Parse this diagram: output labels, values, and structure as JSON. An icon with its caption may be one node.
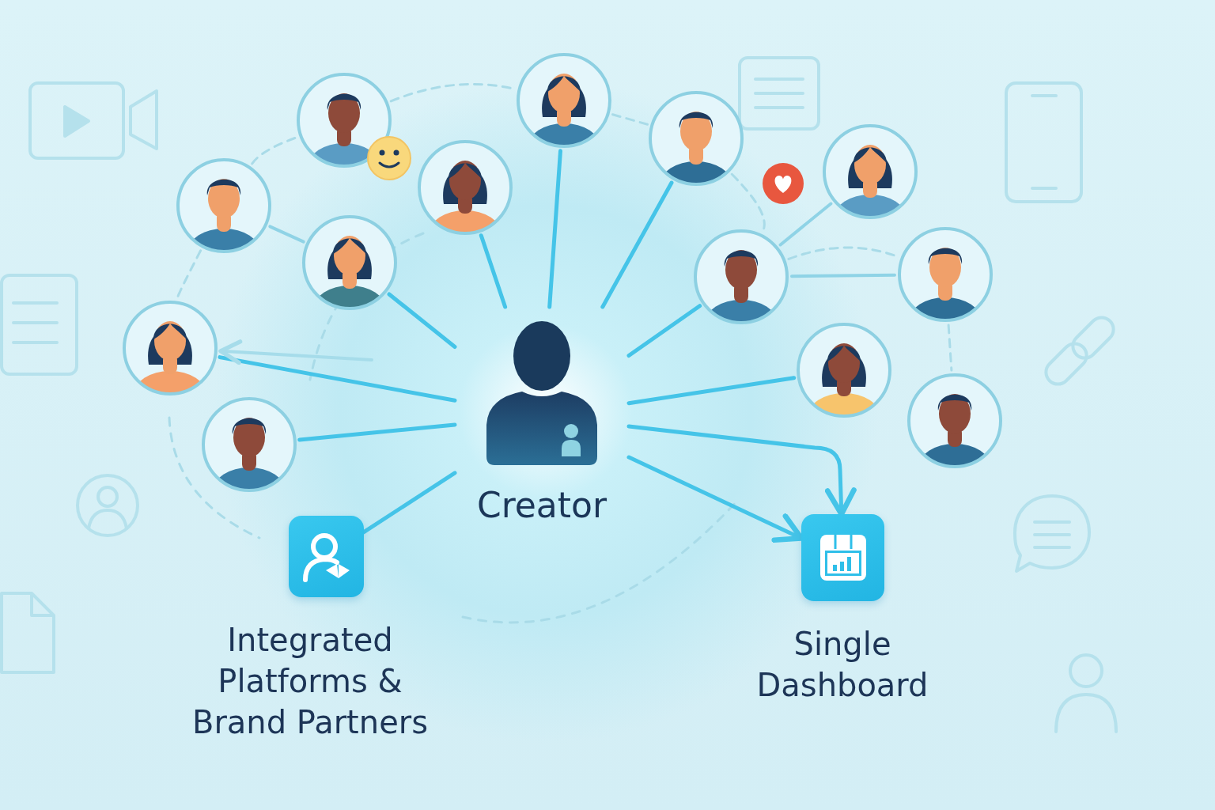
{
  "diagram": {
    "nodes": [
      {
        "text": [
          "Creator"
        ]
      },
      {
        "text": [
          "Integrated Platforms & Brand Partners"
        ]
      },
      {
        "text": [
          "Single Dashboard"
        ]
      },
      {
        "text": [],
        "shape": "person"
      },
      {
        "text": [],
        "shape": "person"
      },
      {
        "text": [],
        "shape": "person"
      },
      {
        "text": [],
        "shape": "person"
      },
      {
        "text": [],
        "shape": "person"
      },
      {
        "text": [],
        "shape": "person"
      },
      {
        "text": [],
        "shape": "person"
      },
      {
        "text": [],
        "shape": "person"
      },
      {
        "text": [],
        "shape": "person"
      },
      {
        "text": [],
        "shape": "person"
      },
      {
        "text": [],
        "shape": "person"
      },
      {
        "text": [],
        "shape": "person"
      },
      {
        "text": [],
        "shape": "person"
      }
    ],
    "edges": [
      {
        "from": 0,
        "to": 9,
        "arrow": "none"
      },
      {
        "from": 0,
        "to": 12,
        "arrow": "none"
      },
      {
        "from": 0,
        "to": 15,
        "arrow": "none"
      },
      {
        "from": 0,
        "to": 7,
        "arrow": "none"
      },
      {
        "from": 0,
        "to": 3,
        "arrow": "none"
      },
      {
        "from": 0,
        "to": 5,
        "arrow": "none"
      },
      {
        "from": 0,
        "to": 11,
        "arrow": "none"
      },
      {
        "from": 0,
        "to": 13,
        "arrow": "none"
      },
      {
        "from": 0,
        "to": 1,
        "arrow": "none"
      },
      {
        "from": 0,
        "to": 2,
        "arrow": "to"
      },
      {
        "from": 0,
        "to": 2,
        "arrow": "to"
      },
      {
        "from": 8,
        "to": 9,
        "arrow": "none",
        "color": "#8fd3e6"
      },
      {
        "from": 11,
        "to": 6,
        "arrow": "none",
        "color": "#8fd3e6"
      },
      {
        "from": 11,
        "to": 10,
        "arrow": "none",
        "color": "#8fd3e6"
      },
      {
        "from": null,
        "to": 12,
        "arrow": "to",
        "color": "#a6dcea"
      },
      {
        "from": 4,
        "to": 3,
        "arrow": "none",
        "style": "dashed",
        "color": "#a9dbe8"
      },
      {
        "from": 3,
        "to": 5,
        "arrow": "none",
        "style": "dashed",
        "color": "#a9dbe8"
      },
      {
        "from": 5,
        "to": 11,
        "arrow": "none",
        "style": "dashed",
        "color": "#a9dbe8"
      },
      {
        "from": 11,
        "to": 10,
        "arrow": "none",
        "style": "dashed",
        "color": "#a9dbe8"
      },
      {
        "from": 8,
        "to": 4,
        "arrow": "none",
        "style": "dashed",
        "color": "#a9dbe8"
      },
      {
        "from": 8,
        "to": 12,
        "arrow": "none",
        "style": "dashed",
        "color": "#a9dbe8"
      },
      {
        "from": 10,
        "to": 14,
        "arrow": "none",
        "style": "dashed",
        "color": "#a9dbe8"
      }
    ]
  }
}
